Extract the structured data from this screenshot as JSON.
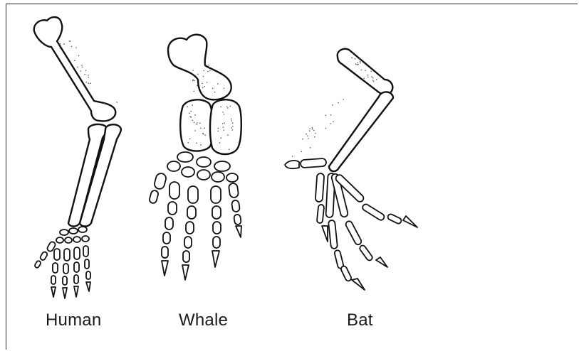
{
  "figure": {
    "labels": {
      "human": "Human",
      "whale": "Whale",
      "bat": "Bat"
    },
    "colors": {
      "ink": "#111111",
      "background": "#ffffff"
    }
  }
}
